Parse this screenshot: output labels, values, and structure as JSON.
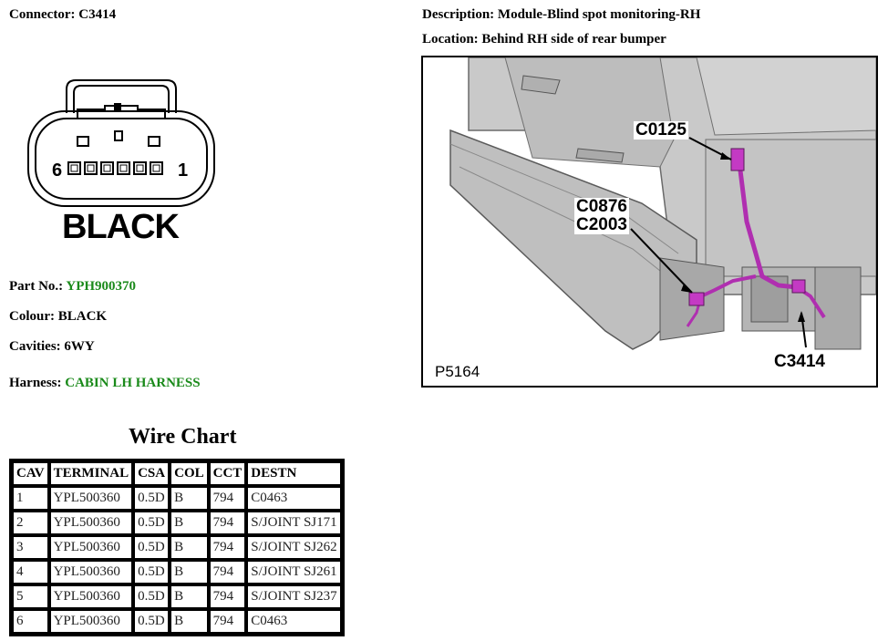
{
  "connector": {
    "label": "Connector:",
    "value": "C3414"
  },
  "face": {
    "colour_label": "BLACK",
    "pin_left": "6",
    "pin_right": "1"
  },
  "info": {
    "part_label": "Part No.:",
    "part_value": "YPH900370",
    "colour_label": "Colour:",
    "colour_value": "BLACK",
    "cavities_label": "Cavities:",
    "cavities_value": "6WY",
    "harness_label": "Harness:",
    "harness_value": "CABIN LH HARNESS"
  },
  "description": {
    "label": "Description:",
    "value": "Module-Blind spot monitoring-RH"
  },
  "location": {
    "label": "Location:",
    "value": "Behind RH side of rear bumper"
  },
  "illustration": {
    "callouts": [
      "C0125",
      "C0876",
      "C2003",
      "C3414"
    ],
    "ref": "P5164"
  },
  "wire_chart": {
    "title": "Wire Chart",
    "headers": [
      "CAV",
      "TERMINAL",
      "CSA",
      "COL",
      "CCT",
      "DESTN"
    ],
    "rows": [
      [
        "1",
        "YPL500360",
        "0.5D",
        "B",
        "794",
        "C0463"
      ],
      [
        "2",
        "YPL500360",
        "0.5D",
        "B",
        "794",
        "S/JOINT SJ171"
      ],
      [
        "3",
        "YPL500360",
        "0.5D",
        "B",
        "794",
        "S/JOINT SJ262"
      ],
      [
        "4",
        "YPL500360",
        "0.5D",
        "B",
        "794",
        "S/JOINT SJ261"
      ],
      [
        "5",
        "YPL500360",
        "0.5D",
        "B",
        "794",
        "S/JOINT SJ237"
      ],
      [
        "6",
        "YPL500360",
        "0.5D",
        "B",
        "794",
        "C0463"
      ]
    ]
  }
}
